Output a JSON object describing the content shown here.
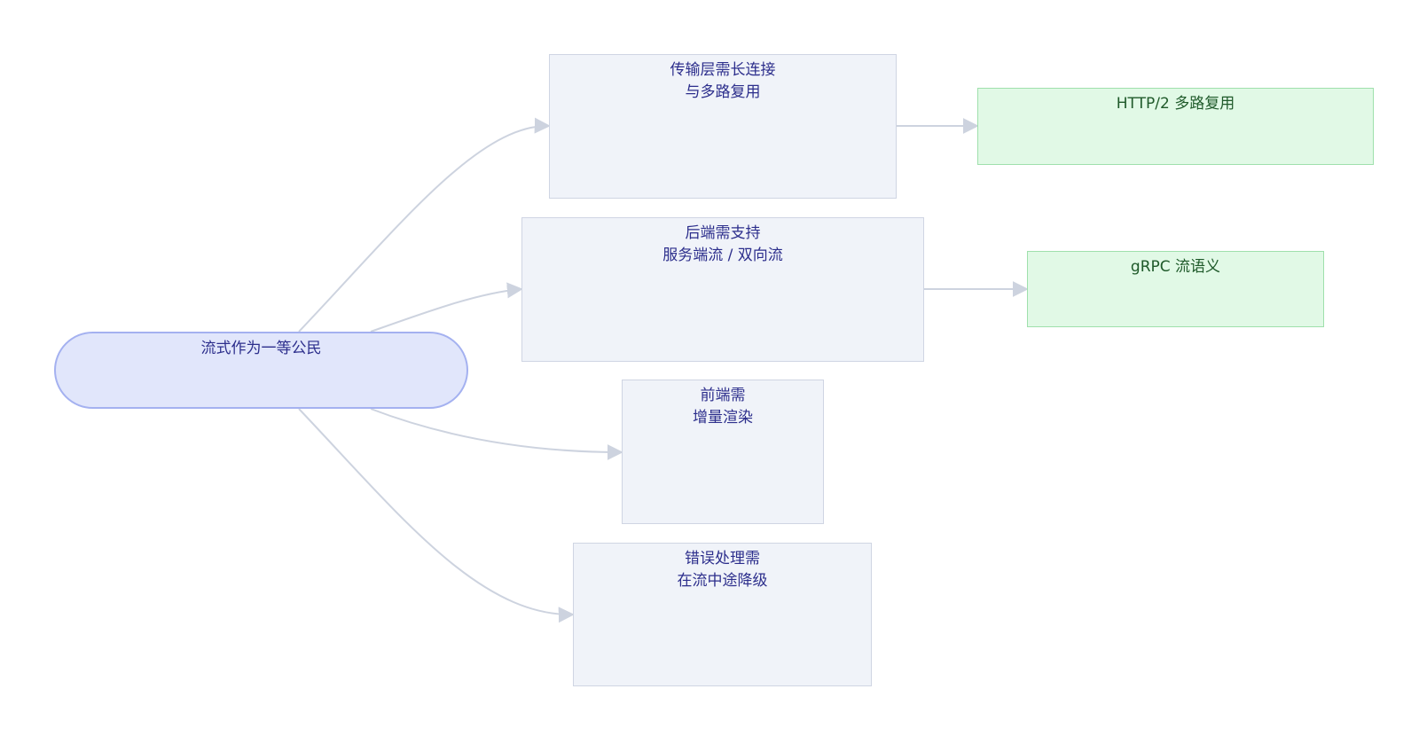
{
  "diagram": {
    "root": {
      "lines": [
        "流式作为一等公民"
      ]
    },
    "requirements": {
      "transport": {
        "lines": [
          "传输层需长连接",
          "与多路复用"
        ]
      },
      "backend": {
        "lines": [
          "后端需支持",
          "服务端流 / 双向流"
        ]
      },
      "frontend": {
        "lines": [
          "前端需",
          "增量渲染"
        ]
      },
      "error": {
        "lines": [
          "错误处理需",
          "在流中途降级"
        ]
      }
    },
    "technologies": {
      "http2": {
        "lines": [
          "HTTP/2 多路复用"
        ]
      },
      "grpc": {
        "lines": [
          "gRPC 流语义"
        ]
      }
    },
    "colors": {
      "root_fill": "#e1e6fb",
      "root_stroke": "#a4b1f0",
      "requirement_fill": "#f0f3f9",
      "requirement_stroke": "#cfd5e3",
      "technology_fill": "#e1f9e6",
      "technology_stroke": "#9fe0ac",
      "edge": "#cdd3df",
      "text_blue": "#2c2e8c",
      "text_green": "#1f5a2a"
    }
  }
}
